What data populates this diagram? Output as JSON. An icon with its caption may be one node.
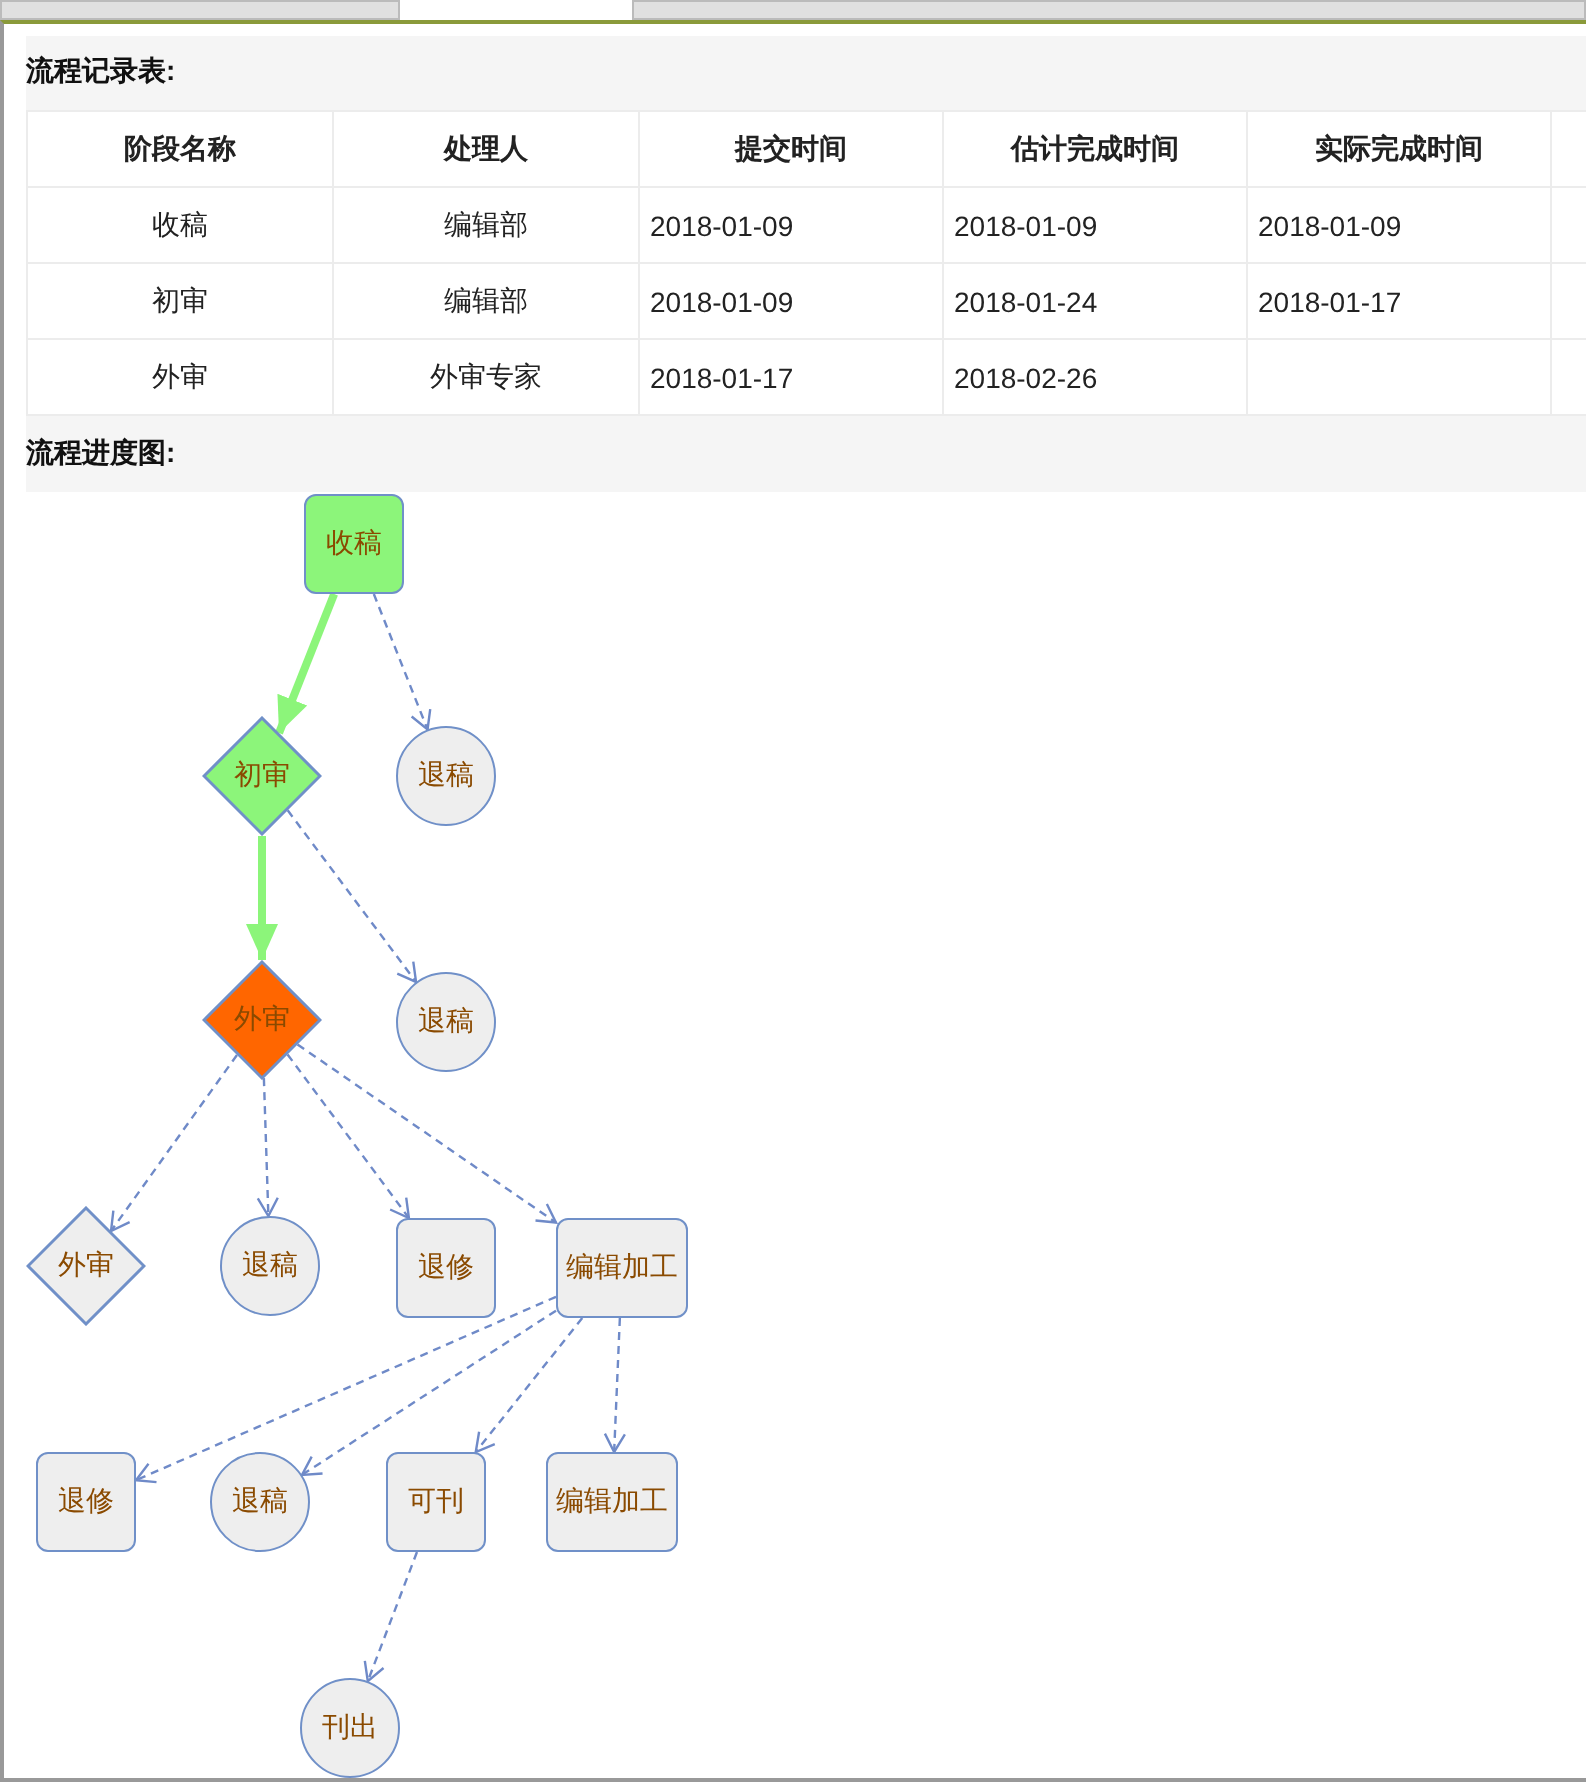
{
  "diagram": {
    "nodes": [
      {
        "text": [
          "收稿"
        ]
      },
      {
        "text": [
          "初审"
        ]
      },
      {
        "text": [
          "退稿"
        ]
      },
      {
        "text": [
          "外审"
        ]
      },
      {
        "text": [
          "退稿"
        ]
      },
      {
        "text": [
          "外审"
        ]
      },
      {
        "text": [
          "退稿"
        ]
      },
      {
        "text": [
          "退修"
        ]
      },
      {
        "text": [
          "编辑加工"
        ]
      },
      {
        "text": [
          "退修"
        ]
      },
      {
        "text": [
          "退稿"
        ]
      },
      {
        "text": [
          "可刊"
        ]
      },
      {
        "text": [
          "编辑加工"
        ]
      },
      {
        "text": [
          "刊出"
        ]
      }
    ],
    "edges": [
      {
        "from": 0,
        "to": 1,
        "arrow": "to",
        "style": "thick",
        "color": "#8cf57a"
      },
      {
        "from": 0,
        "to": 2,
        "arrow": "to",
        "style": "dashed"
      },
      {
        "from": 1,
        "to": 3,
        "arrow": "to",
        "style": "thick",
        "color": "#8cf57a"
      },
      {
        "from": 1,
        "to": 4,
        "arrow": "to",
        "style": "dashed"
      },
      {
        "from": 3,
        "to": 5,
        "arrow": "to",
        "style": "dashed"
      },
      {
        "from": 3,
        "to": 6,
        "arrow": "to",
        "style": "dashed"
      },
      {
        "from": 3,
        "to": 7,
        "arrow": "to",
        "style": "dashed"
      },
      {
        "from": 3,
        "to": 8,
        "arrow": "to",
        "style": "dashed"
      },
      {
        "from": 8,
        "to": 9,
        "arrow": "to",
        "style": "dashed"
      },
      {
        "from": 8,
        "to": 10,
        "arrow": "to",
        "style": "dashed"
      },
      {
        "from": 8,
        "to": 11,
        "arrow": "to",
        "style": "dashed"
      },
      {
        "from": 8,
        "to": 12,
        "arrow": "to",
        "style": "dashed"
      },
      {
        "from": 11,
        "to": 13,
        "arrow": "to",
        "style": "dashed"
      }
    ],
    "labels": [
      "流程记录表:",
      "阶段名称",
      "处理人",
      "提交时间",
      "估计完成时间",
      "实际完成时间",
      "收稿",
      "编辑部",
      "2018-01-09",
      "2018-01-09",
      "2018-01-09",
      "初审",
      "编辑部",
      "2018-01-09",
      "2018-01-24",
      "2018-01-17",
      "外审",
      "外审专家",
      "2018-01-17",
      "2018-02-26",
      "流程进度图:"
    ]
  }
}
